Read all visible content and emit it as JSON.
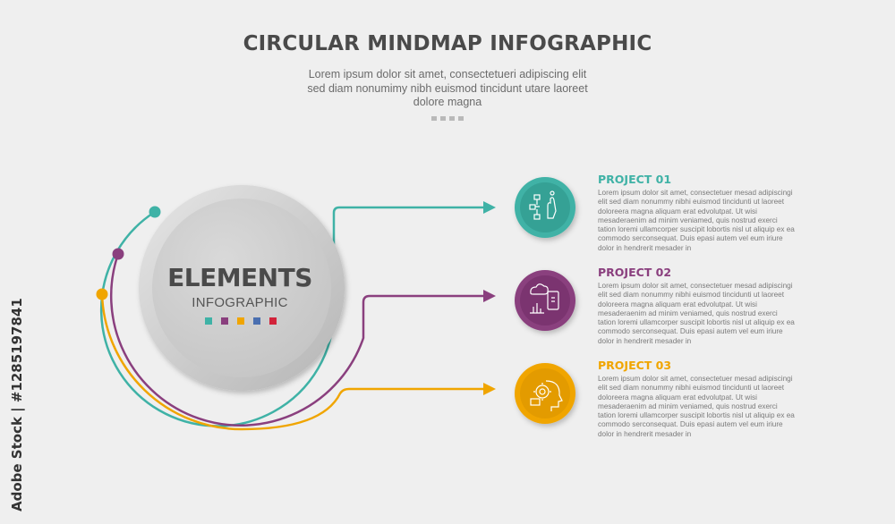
{
  "title": "CIRCULAR MINDMAP INFOGRAPHIC",
  "subtitle": "Lorem ipsum dolor sit amet, consectetueri adipiscing elit sed diam nonumimy nibh euismod tincidunt utare laoreet dolore magna",
  "center": {
    "title": "ELEMENTS",
    "subtitle": "INFOGRAPHIC",
    "swatches": [
      "#3fb2a6",
      "#8a3f7e",
      "#f0a500",
      "#4a6fb0",
      "#d2233a"
    ]
  },
  "colors": {
    "teal": "#3fb2a6",
    "purple": "#8a3f7e",
    "orange": "#f0a500"
  },
  "projects": [
    {
      "title": "PROJECT 01",
      "icon": "workflow-hand-icon",
      "body": "Lorem ipsum dolor sit amet, consectetuer mesad adipiscingi elit sed diam nonummy nibhi euismod tincidunti ut laoreet doloreera magna aliquam erat edvolutpat. Ut wisi mesaderaenim ad minim veniamed, quis nostrud exerci tation loremi ullamcorper suscipit lobortis nisl ut aliquip ex ea commodo serconsequat. Duis epasi autem vel eum iriure dolor in hendrerit mesader in"
    },
    {
      "title": "PROJECT 02",
      "icon": "cloud-chart-phone-icon",
      "body": "Lorem ipsum dolor sit amet, consectetuer mesad adipiscingi elit sed diam nonummy nibhi euismod tincidunti ut laoreet doloreera magna aliquam erat edvolutpat. Ut wisi mesaderaenim ad minim veniamed, quis nostrud exerci tation loremi ullamcorper suscipit lobortis nisl ut aliquip ex ea commodo serconsequat. Duis epasi autem vel eum iriure dolor in hendrerit mesader in"
    },
    {
      "title": "PROJECT 03",
      "icon": "ai-head-icon",
      "body": "Lorem ipsum dolor sit amet, consectetuer mesad adipiscingi elit sed diam nonummy nibhi euismod tincidunti ut laoreet doloreera magna aliquam erat edvolutpat. Ut wisi mesaderaenim ad minim veniamed, quis nostrud exerci tation loremi ullamcorper suscipit lobortis nisl ut aliquip ex ea commodo serconsequat. Duis epasi autem vel eum iriure dolor in hendrerit mesader in"
    }
  ],
  "watermark": "Adobe Stock | #1285197841"
}
